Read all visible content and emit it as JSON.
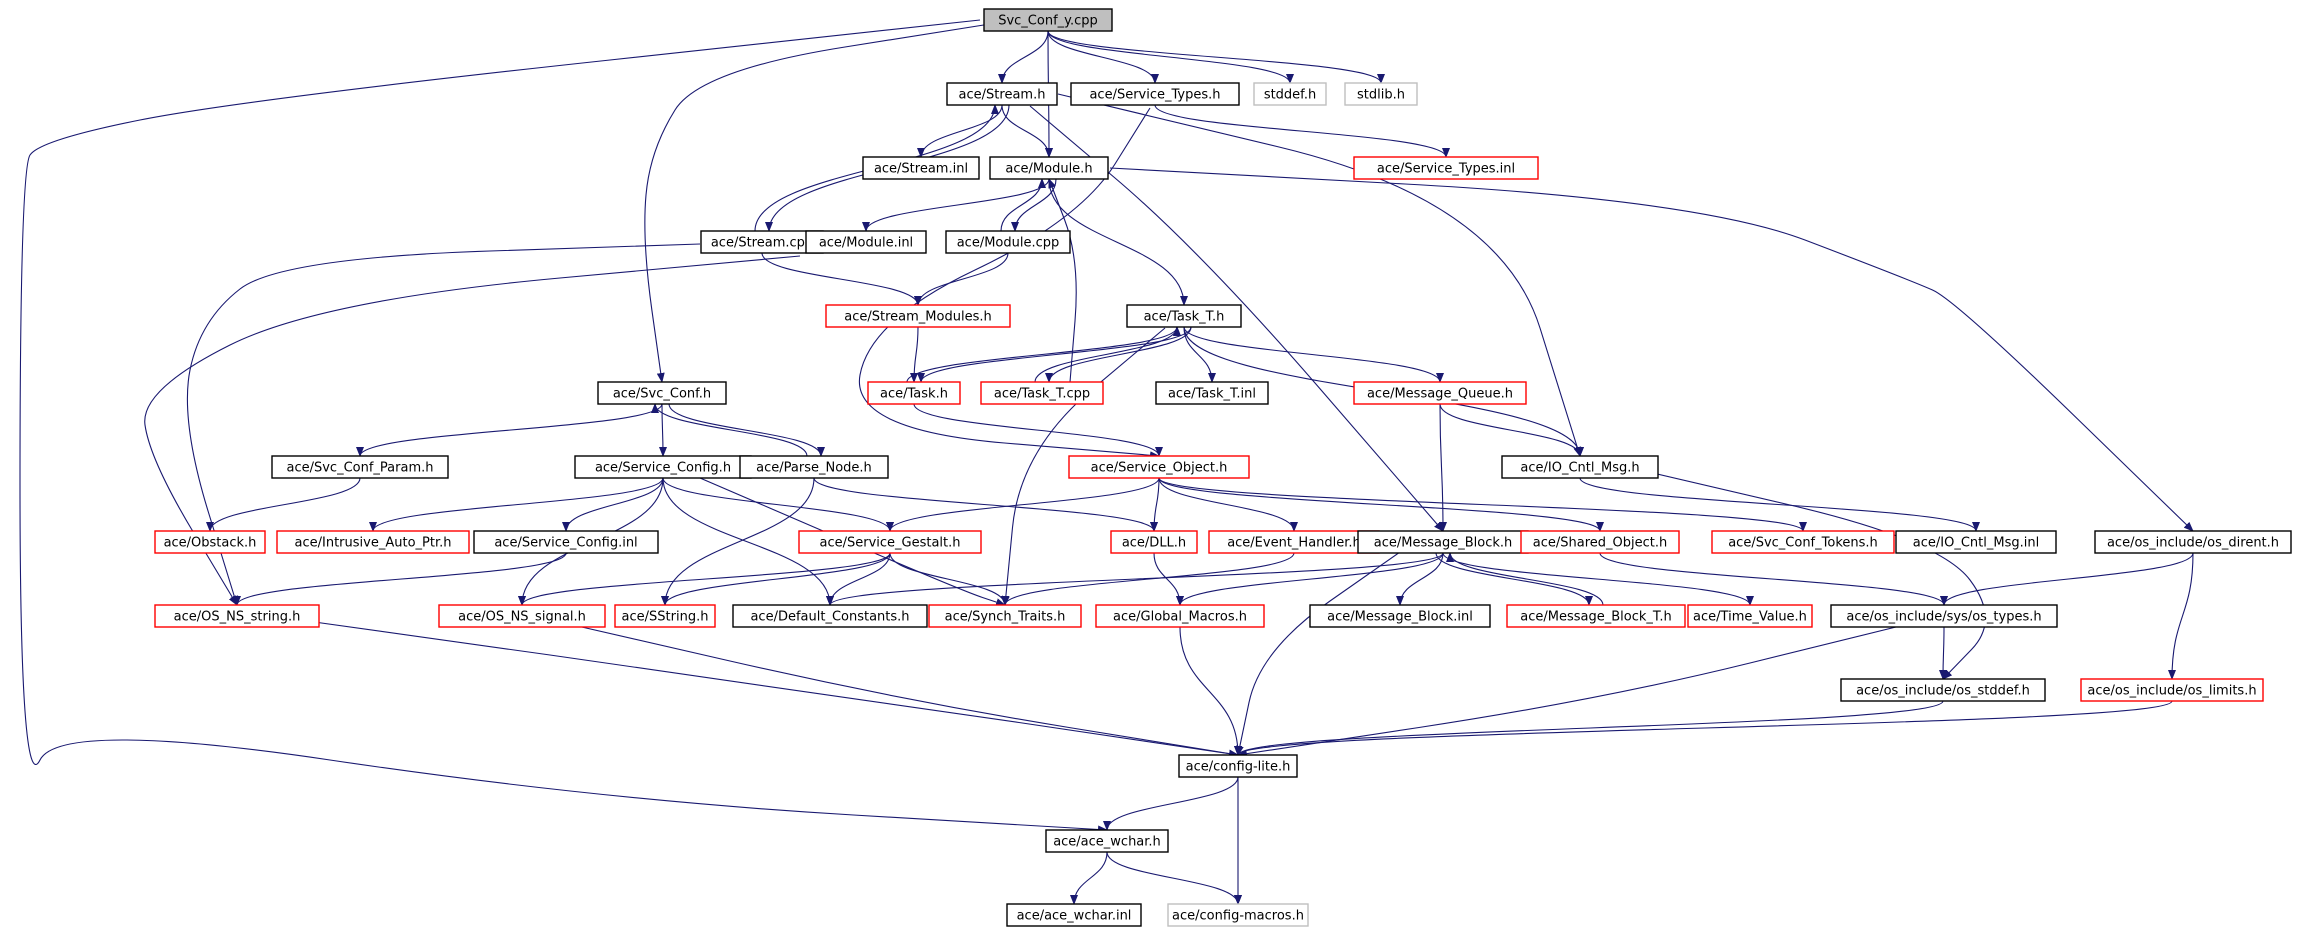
{
  "graph": {
    "colors": {
      "edge": "#191970",
      "border_default": "#000000",
      "border_incomplete": "#ff0000",
      "border_system": "#bfbfbf",
      "root_fill": "#bfbfbf",
      "node_fill": "#ffffff",
      "text": "#000000"
    },
    "legend": {
      "kinds": [
        "root",
        "normal",
        "incomplete",
        "system"
      ]
    },
    "nodes": [
      {
        "id": "svc_conf_y_cpp",
        "label": "Svc_Conf_y.cpp",
        "kind": "root"
      },
      {
        "id": "stream_h",
        "label": "ace/Stream.h",
        "kind": "normal"
      },
      {
        "id": "service_types_h",
        "label": "ace/Service_Types.h",
        "kind": "normal"
      },
      {
        "id": "stddef_h",
        "label": "stddef.h",
        "kind": "system"
      },
      {
        "id": "stdlib_h",
        "label": "stdlib.h",
        "kind": "system"
      },
      {
        "id": "stream_inl",
        "label": "ace/Stream.inl",
        "kind": "normal"
      },
      {
        "id": "module_h",
        "label": "ace/Module.h",
        "kind": "normal"
      },
      {
        "id": "service_types_inl",
        "label": "ace/Service_Types.inl",
        "kind": "incomplete"
      },
      {
        "id": "stream_cpp",
        "label": "ace/Stream.cpp",
        "kind": "normal"
      },
      {
        "id": "module_inl",
        "label": "ace/Module.inl",
        "kind": "normal"
      },
      {
        "id": "module_cpp",
        "label": "ace/Module.cpp",
        "kind": "normal"
      },
      {
        "id": "stream_modules_h",
        "label": "ace/Stream_Modules.h",
        "kind": "incomplete"
      },
      {
        "id": "task_t_h",
        "label": "ace/Task_T.h",
        "kind": "normal"
      },
      {
        "id": "svc_conf_h",
        "label": "ace/Svc_Conf.h",
        "kind": "normal"
      },
      {
        "id": "task_h",
        "label": "ace/Task.h",
        "kind": "incomplete"
      },
      {
        "id": "task_t_cpp",
        "label": "ace/Task_T.cpp",
        "kind": "incomplete"
      },
      {
        "id": "task_t_inl",
        "label": "ace/Task_T.inl",
        "kind": "normal"
      },
      {
        "id": "message_queue_h",
        "label": "ace/Message_Queue.h",
        "kind": "incomplete"
      },
      {
        "id": "svc_conf_param_h",
        "label": "ace/Svc_Conf_Param.h",
        "kind": "normal"
      },
      {
        "id": "service_config_h",
        "label": "ace/Service_Config.h",
        "kind": "normal"
      },
      {
        "id": "parse_node_h",
        "label": "ace/Parse_Node.h",
        "kind": "normal"
      },
      {
        "id": "service_object_h",
        "label": "ace/Service_Object.h",
        "kind": "incomplete"
      },
      {
        "id": "io_cntl_msg_h",
        "label": "ace/IO_Cntl_Msg.h",
        "kind": "normal"
      },
      {
        "id": "obstack_h",
        "label": "ace/Obstack.h",
        "kind": "incomplete"
      },
      {
        "id": "intrusive_auto_ptr_h",
        "label": "ace/Intrusive_Auto_Ptr.h",
        "kind": "incomplete"
      },
      {
        "id": "service_config_inl",
        "label": "ace/Service_Config.inl",
        "kind": "normal"
      },
      {
        "id": "service_gestalt_h",
        "label": "ace/Service_Gestalt.h",
        "kind": "incomplete"
      },
      {
        "id": "dll_h",
        "label": "ace/DLL.h",
        "kind": "incomplete"
      },
      {
        "id": "event_handler_h",
        "label": "ace/Event_Handler.h",
        "kind": "incomplete"
      },
      {
        "id": "message_block_h",
        "label": "ace/Message_Block.h",
        "kind": "normal"
      },
      {
        "id": "shared_object_h",
        "label": "ace/Shared_Object.h",
        "kind": "incomplete"
      },
      {
        "id": "svc_conf_tokens_h",
        "label": "ace/Svc_Conf_Tokens.h",
        "kind": "incomplete"
      },
      {
        "id": "io_cntl_msg_inl",
        "label": "ace/IO_Cntl_Msg.inl",
        "kind": "normal"
      },
      {
        "id": "os_dirent_h",
        "label": "ace/os_include/os_dirent.h",
        "kind": "normal"
      },
      {
        "id": "os_ns_string_h",
        "label": "ace/OS_NS_string.h",
        "kind": "incomplete"
      },
      {
        "id": "os_ns_signal_h",
        "label": "ace/OS_NS_signal.h",
        "kind": "incomplete"
      },
      {
        "id": "sstring_h",
        "label": "ace/SString.h",
        "kind": "incomplete"
      },
      {
        "id": "default_constants_h",
        "label": "ace/Default_Constants.h",
        "kind": "normal"
      },
      {
        "id": "synch_traits_h",
        "label": "ace/Synch_Traits.h",
        "kind": "incomplete"
      },
      {
        "id": "global_macros_h",
        "label": "ace/Global_Macros.h",
        "kind": "incomplete"
      },
      {
        "id": "message_block_inl",
        "label": "ace/Message_Block.inl",
        "kind": "normal"
      },
      {
        "id": "message_block_t_h",
        "label": "ace/Message_Block_T.h",
        "kind": "incomplete"
      },
      {
        "id": "time_value_h",
        "label": "ace/Time_Value.h",
        "kind": "incomplete"
      },
      {
        "id": "os_types_h",
        "label": "ace/os_include/sys/os_types.h",
        "kind": "normal"
      },
      {
        "id": "os_stddef_h",
        "label": "ace/os_include/os_stddef.h",
        "kind": "normal"
      },
      {
        "id": "os_limits_h",
        "label": "ace/os_include/os_limits.h",
        "kind": "incomplete"
      },
      {
        "id": "config_lite_h",
        "label": "ace/config-lite.h",
        "kind": "normal"
      },
      {
        "id": "ace_wchar_h",
        "label": "ace/ace_wchar.h",
        "kind": "normal"
      },
      {
        "id": "ace_wchar_inl",
        "label": "ace/ace_wchar.inl",
        "kind": "normal"
      },
      {
        "id": "config_macros_h",
        "label": "ace/config-macros.h",
        "kind": "system"
      }
    ],
    "edges": [
      [
        "svc_conf_y_cpp",
        "stream_h"
      ],
      [
        "svc_conf_y_cpp",
        "module_h"
      ],
      [
        "svc_conf_y_cpp",
        "service_types_h"
      ],
      [
        "svc_conf_y_cpp",
        "stddef_h"
      ],
      [
        "svc_conf_y_cpp",
        "stdlib_h"
      ],
      [
        "svc_conf_y_cpp",
        "svc_conf_h"
      ],
      [
        "svc_conf_y_cpp",
        "ace_wchar_h"
      ],
      [
        "stream_h",
        "stream_inl"
      ],
      [
        "stream_h",
        "module_h"
      ],
      [
        "stream_h",
        "stream_cpp"
      ],
      [
        "stream_h",
        "message_block_h"
      ],
      [
        "stream_h",
        "io_cntl_msg_h"
      ],
      [
        "stream_cpp",
        "stream_h"
      ],
      [
        "stream_cpp",
        "stream_modules_h"
      ],
      [
        "stream_cpp",
        "os_ns_string_h"
      ],
      [
        "service_types_h",
        "service_types_inl"
      ],
      [
        "service_types_h",
        "service_object_h"
      ],
      [
        "module_h",
        "module_inl"
      ],
      [
        "module_h",
        "module_cpp"
      ],
      [
        "module_h",
        "task_t_h"
      ],
      [
        "module_h",
        "os_dirent_h"
      ],
      [
        "module_cpp",
        "module_h"
      ],
      [
        "module_cpp",
        "stream_modules_h"
      ],
      [
        "module_inl",
        "os_ns_string_h"
      ],
      [
        "stream_modules_h",
        "task_h"
      ],
      [
        "task_t_h",
        "task_h"
      ],
      [
        "task_t_h",
        "task_t_cpp"
      ],
      [
        "task_t_h",
        "task_t_inl"
      ],
      [
        "task_t_h",
        "message_queue_h"
      ],
      [
        "task_t_h",
        "io_cntl_msg_h"
      ],
      [
        "task_t_h",
        "synch_traits_h"
      ],
      [
        "task_h",
        "task_t_h"
      ],
      [
        "task_h",
        "service_object_h"
      ],
      [
        "task_t_cpp",
        "task_t_h"
      ],
      [
        "task_t_cpp",
        "module_h"
      ],
      [
        "message_queue_h",
        "message_block_h"
      ],
      [
        "message_queue_h",
        "io_cntl_msg_h"
      ],
      [
        "svc_conf_h",
        "svc_conf_param_h"
      ],
      [
        "svc_conf_h",
        "service_config_h"
      ],
      [
        "svc_conf_h",
        "parse_node_h"
      ],
      [
        "parse_node_h",
        "svc_conf_h"
      ],
      [
        "parse_node_h",
        "dll_h"
      ],
      [
        "parse_node_h",
        "sstring_h"
      ],
      [
        "svc_conf_param_h",
        "obstack_h"
      ],
      [
        "service_config_h",
        "intrusive_auto_ptr_h"
      ],
      [
        "service_config_h",
        "service_config_inl"
      ],
      [
        "service_config_h",
        "service_gestalt_h"
      ],
      [
        "service_config_h",
        "os_ns_signal_h"
      ],
      [
        "service_config_h",
        "default_constants_h"
      ],
      [
        "service_config_h",
        "synch_traits_h"
      ],
      [
        "service_config_inl",
        "os_ns_string_h"
      ],
      [
        "service_object_h",
        "service_gestalt_h"
      ],
      [
        "service_object_h",
        "dll_h"
      ],
      [
        "service_object_h",
        "event_handler_h"
      ],
      [
        "service_object_h",
        "shared_object_h"
      ],
      [
        "service_object_h",
        "svc_conf_tokens_h"
      ],
      [
        "io_cntl_msg_h",
        "io_cntl_msg_inl"
      ],
      [
        "io_cntl_msg_h",
        "os_stddef_h"
      ],
      [
        "service_gestalt_h",
        "os_ns_signal_h"
      ],
      [
        "service_gestalt_h",
        "sstring_h"
      ],
      [
        "service_gestalt_h",
        "default_constants_h"
      ],
      [
        "service_gestalt_h",
        "synch_traits_h"
      ],
      [
        "dll_h",
        "global_macros_h"
      ],
      [
        "event_handler_h",
        "synch_traits_h"
      ],
      [
        "message_block_h",
        "default_constants_h"
      ],
      [
        "message_block_h",
        "global_macros_h"
      ],
      [
        "message_block_h",
        "message_block_inl"
      ],
      [
        "message_block_h",
        "message_block_t_h"
      ],
      [
        "message_block_h",
        "time_value_h"
      ],
      [
        "message_block_h",
        "config_lite_h"
      ],
      [
        "message_block_t_h",
        "message_block_h"
      ],
      [
        "shared_object_h",
        "os_types_h"
      ],
      [
        "os_dirent_h",
        "os_types_h"
      ],
      [
        "os_dirent_h",
        "os_limits_h"
      ],
      [
        "os_types_h",
        "os_stddef_h"
      ],
      [
        "os_types_h",
        "config_lite_h"
      ],
      [
        "os_stddef_h",
        "config_lite_h"
      ],
      [
        "os_limits_h",
        "config_lite_h"
      ],
      [
        "os_ns_string_h",
        "config_lite_h"
      ],
      [
        "os_ns_signal_h",
        "config_lite_h"
      ],
      [
        "global_macros_h",
        "config_lite_h"
      ],
      [
        "config_lite_h",
        "ace_wchar_h"
      ],
      [
        "config_lite_h",
        "config_macros_h"
      ],
      [
        "ace_wchar_h",
        "ace_wchar_inl"
      ],
      [
        "ace_wchar_h",
        "config_macros_h"
      ]
    ]
  }
}
